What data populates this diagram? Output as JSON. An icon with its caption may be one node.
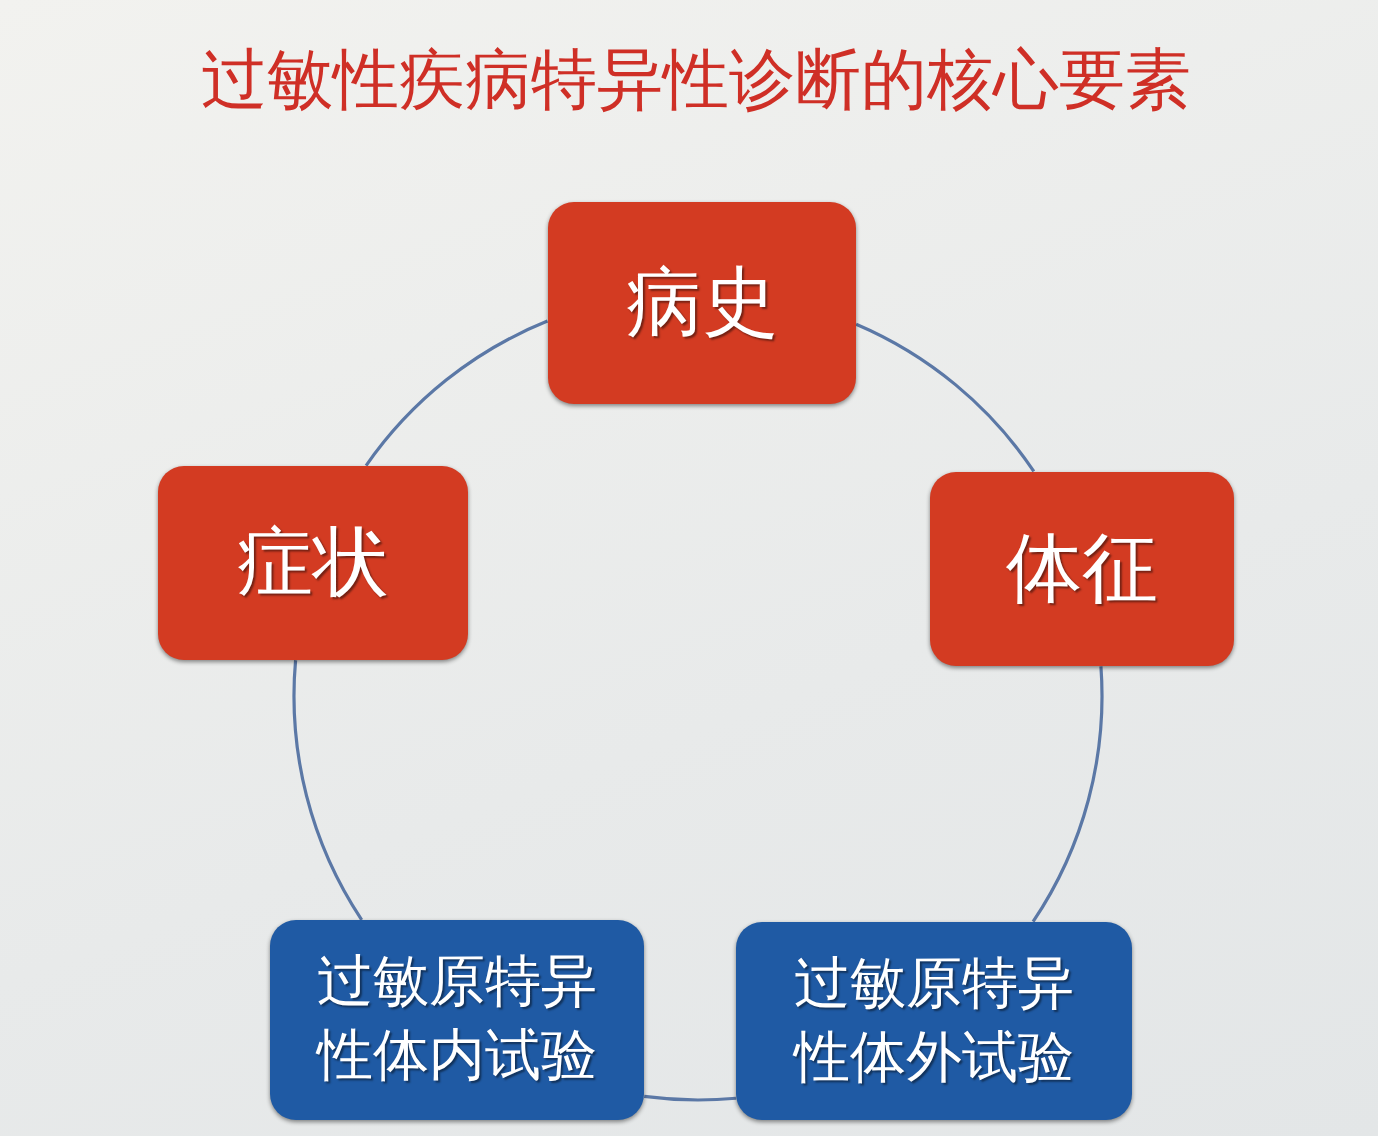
{
  "diagram": {
    "title": "过敏性疾病特异性诊断的核心要素",
    "nodes": [
      {
        "text": [
          "病史"
        ]
      },
      {
        "text": [
          "症状"
        ]
      },
      {
        "text": [
          "体征"
        ]
      },
      {
        "text": [
          "过敏原特异性体内试验"
        ]
      },
      {
        "text": [
          "过敏原特异性体外试验"
        ]
      }
    ],
    "edges": [
      {
        "from": 0,
        "to": 2,
        "arrow": "none"
      },
      {
        "from": 2,
        "to": 4,
        "arrow": "none"
      },
      {
        "from": 4,
        "to": 3,
        "arrow": "none"
      },
      {
        "from": 3,
        "to": 1,
        "arrow": "none"
      },
      {
        "from": 1,
        "to": 0,
        "arrow": "none"
      }
    ]
  }
}
